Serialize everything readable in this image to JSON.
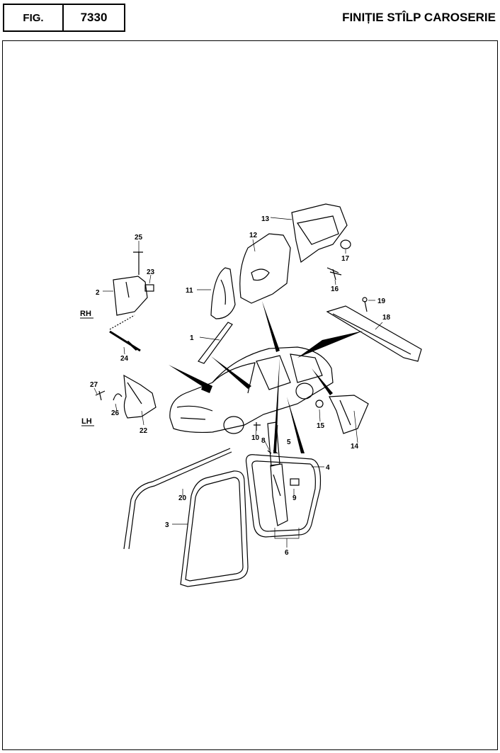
{
  "header": {
    "fig_label": "FIG.",
    "fig_number": "7330",
    "title": "FINIȚIE STÎLP CAROSERIE"
  },
  "side_labels": {
    "rh": "RH",
    "lh": "LH"
  },
  "callouts": [
    "1",
    "2",
    "3",
    "4",
    "5",
    "6",
    "8",
    "9",
    "10",
    "11",
    "12",
    "13",
    "14",
    "15",
    "16",
    "17",
    "18",
    "19",
    "20",
    "22",
    "23",
    "24",
    "25",
    "26",
    "27"
  ]
}
